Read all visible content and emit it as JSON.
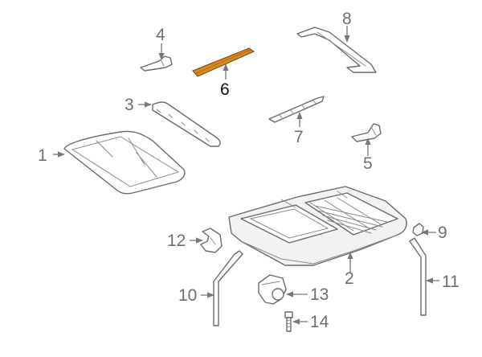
{
  "colors": {
    "line": "#6b6b6b",
    "label": "#6f6f6f",
    "highlight_fill": "#d98a1c",
    "highlight_label": "#111111"
  },
  "highlighted_part": "6",
  "callouts": {
    "c1": "1",
    "c2": "2",
    "c3": "3",
    "c4": "4",
    "c5": "5",
    "c6": "6",
    "c7": "7",
    "c8": "8",
    "c9": "9",
    "c10": "10",
    "c11": "11",
    "c12": "12",
    "c13": "13",
    "c14": "14"
  }
}
